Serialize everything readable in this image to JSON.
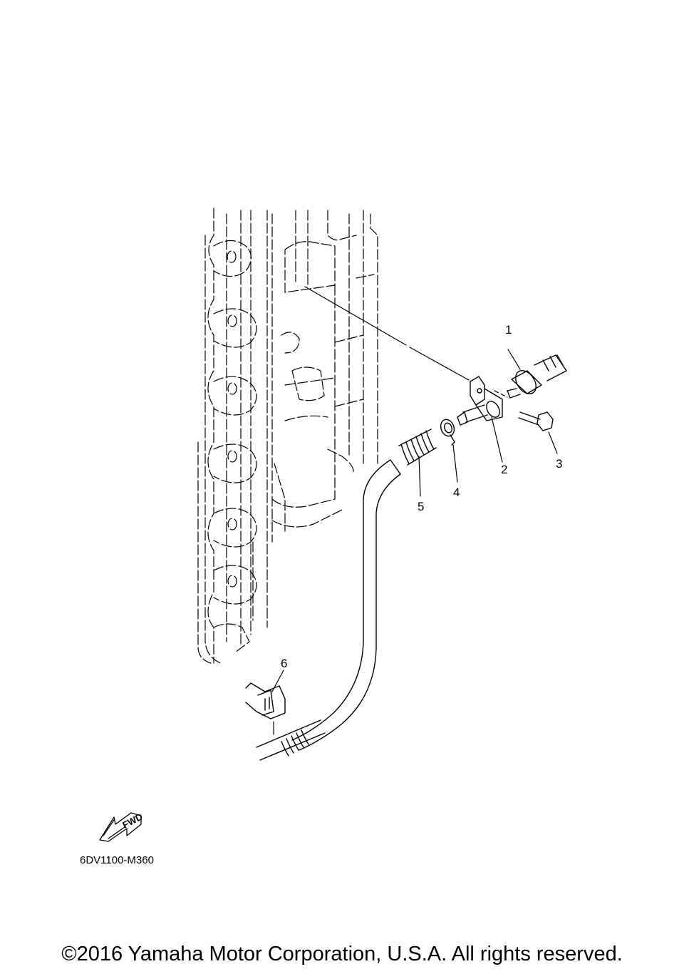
{
  "callouts": {
    "c1": "1",
    "c2": "2",
    "c3": "3",
    "c4": "4",
    "c5": "5",
    "c6": "6"
  },
  "fwd_label": "FWD",
  "diagram_code": "6DV1100-M360",
  "copyright": "©2016 Yamaha Motor Corporation, U.S.A. All rights reserved.",
  "colors": {
    "line": "#000000",
    "background": "#ffffff"
  }
}
